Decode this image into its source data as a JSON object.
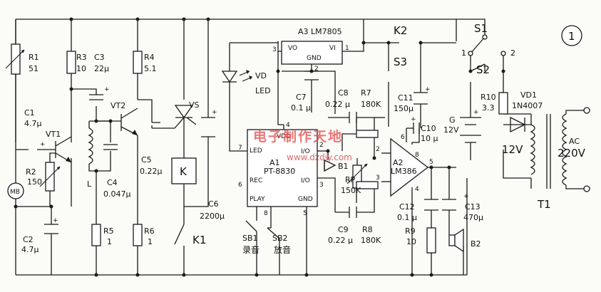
{
  "labels": {
    "A3": "A3 LM7805",
    "VO": "VO",
    "GND_REG": "GND",
    "VI": "VI",
    "pin3_reg": "3",
    "pin2_reg": "2",
    "pin1_reg": "1",
    "K2": "K2",
    "S1": "S1",
    "S2": "S2",
    "S3": "S3",
    "sw1": "1",
    "sw2": "2",
    "circled": "1",
    "R1": "R1",
    "R1v": "51",
    "R3": "R3",
    "R3v": "10",
    "C3": "C3",
    "C3v": "22μ",
    "R4": "R4",
    "R4v": "5.1",
    "C1": "C1",
    "C1v": "4.7μ",
    "VT1": "VT1",
    "VT2": "VT2",
    "VS": "VS",
    "R2": "R2",
    "R2v": "150",
    "MB": "MB",
    "L": "L",
    "C4": "C4",
    "C4v": "0.047μ",
    "C5": "C5",
    "C5v": "0.22μ",
    "K": "K",
    "C6": "C6",
    "C6v": "2200μ",
    "K1": "K1",
    "C2": "C2",
    "C2v": "4.7μ",
    "R5": "R5",
    "R5v": "1",
    "R6": "R6",
    "R6v": "1",
    "VD": "VD",
    "LED": "LED",
    "C7": "C7",
    "C7v": "0.1 μ",
    "pin4": "4",
    "pin7": "7",
    "VDD": "VDD",
    "LEDpin": "LED",
    "A1": "A1",
    "A1chip": "PT-8830",
    "IO1": "I/O",
    "IO2": "I/O",
    "REC": "REC",
    "PLAY": "PLAY",
    "GND_A1": "GND",
    "pin6": "6",
    "pin8": "8",
    "pin5": "5",
    "pin2_a1": "2",
    "pin3_a1": "3",
    "SB1": "SB1",
    "SB1cn": "录音",
    "SB2": "SB2",
    "SB2cn": "放音",
    "C8": "C8",
    "C8v": "0.22 μ",
    "R7": "R7",
    "R7v": "180K",
    "B1": "B1",
    "RP": "RP",
    "RPv": "150K",
    "C9": "C9",
    "C9v": "0.22 μ",
    "R8": "R8",
    "R8v": "180K",
    "A2": "A2",
    "A2chip": "LM386",
    "amp_pin2": "2",
    "amp_pin3": "3",
    "amp_pin6": "6",
    "amp_pin8": "8",
    "amp_pin5": "5",
    "amp_pin4": "4",
    "C11": "C11",
    "C11v": "150μ",
    "C10": "C10",
    "C10v": "10 μ",
    "C12": "C12",
    "C12v": "0.1 μ",
    "C13": "C13",
    "C13v": "470μ",
    "R9": "R9",
    "R9v": "10",
    "B2": "B2",
    "R10": "R10",
    "R10v": "3.3",
    "VD1": "VD1",
    "VD1v": "1N4007",
    "G": "G",
    "G12": "12V",
    "T12": "12V",
    "AC": "AC",
    "AC220": "220V",
    "T1": "T1",
    "plus": "+"
  },
  "watermark": {
    "text": "电子制作天地",
    "url": "www.dzdiy.com"
  }
}
